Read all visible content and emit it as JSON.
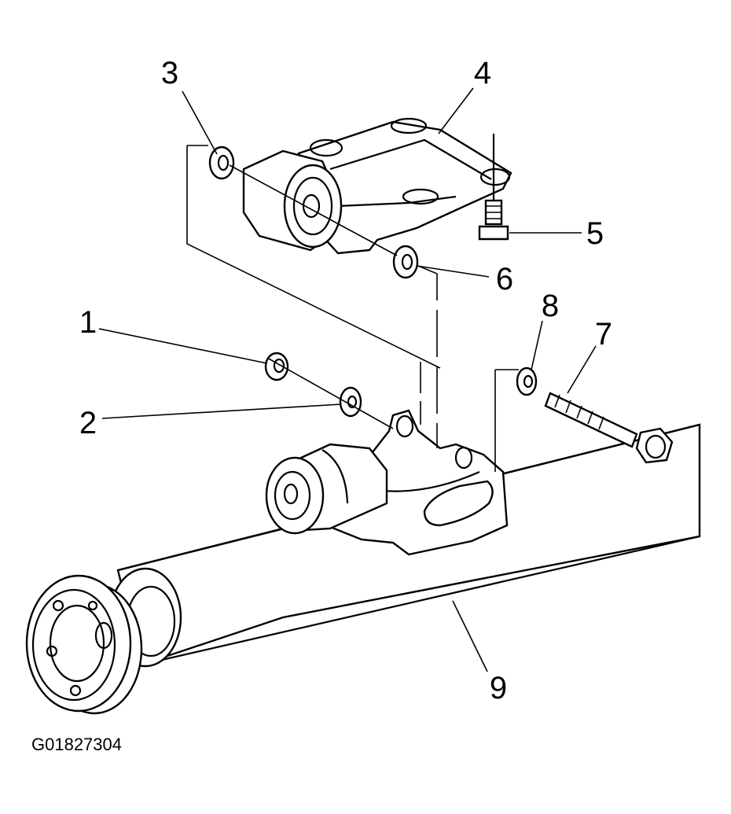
{
  "figure_id": "G01827304",
  "callouts": [
    {
      "id": "1",
      "text": "1"
    },
    {
      "id": "2",
      "text": "2"
    },
    {
      "id": "3",
      "text": "3"
    },
    {
      "id": "4",
      "text": "4"
    },
    {
      "id": "5",
      "text": "5"
    },
    {
      "id": "6",
      "text": "6"
    },
    {
      "id": "7",
      "text": "7"
    },
    {
      "id": "8",
      "text": "8"
    },
    {
      "id": "9",
      "text": "9"
    }
  ]
}
